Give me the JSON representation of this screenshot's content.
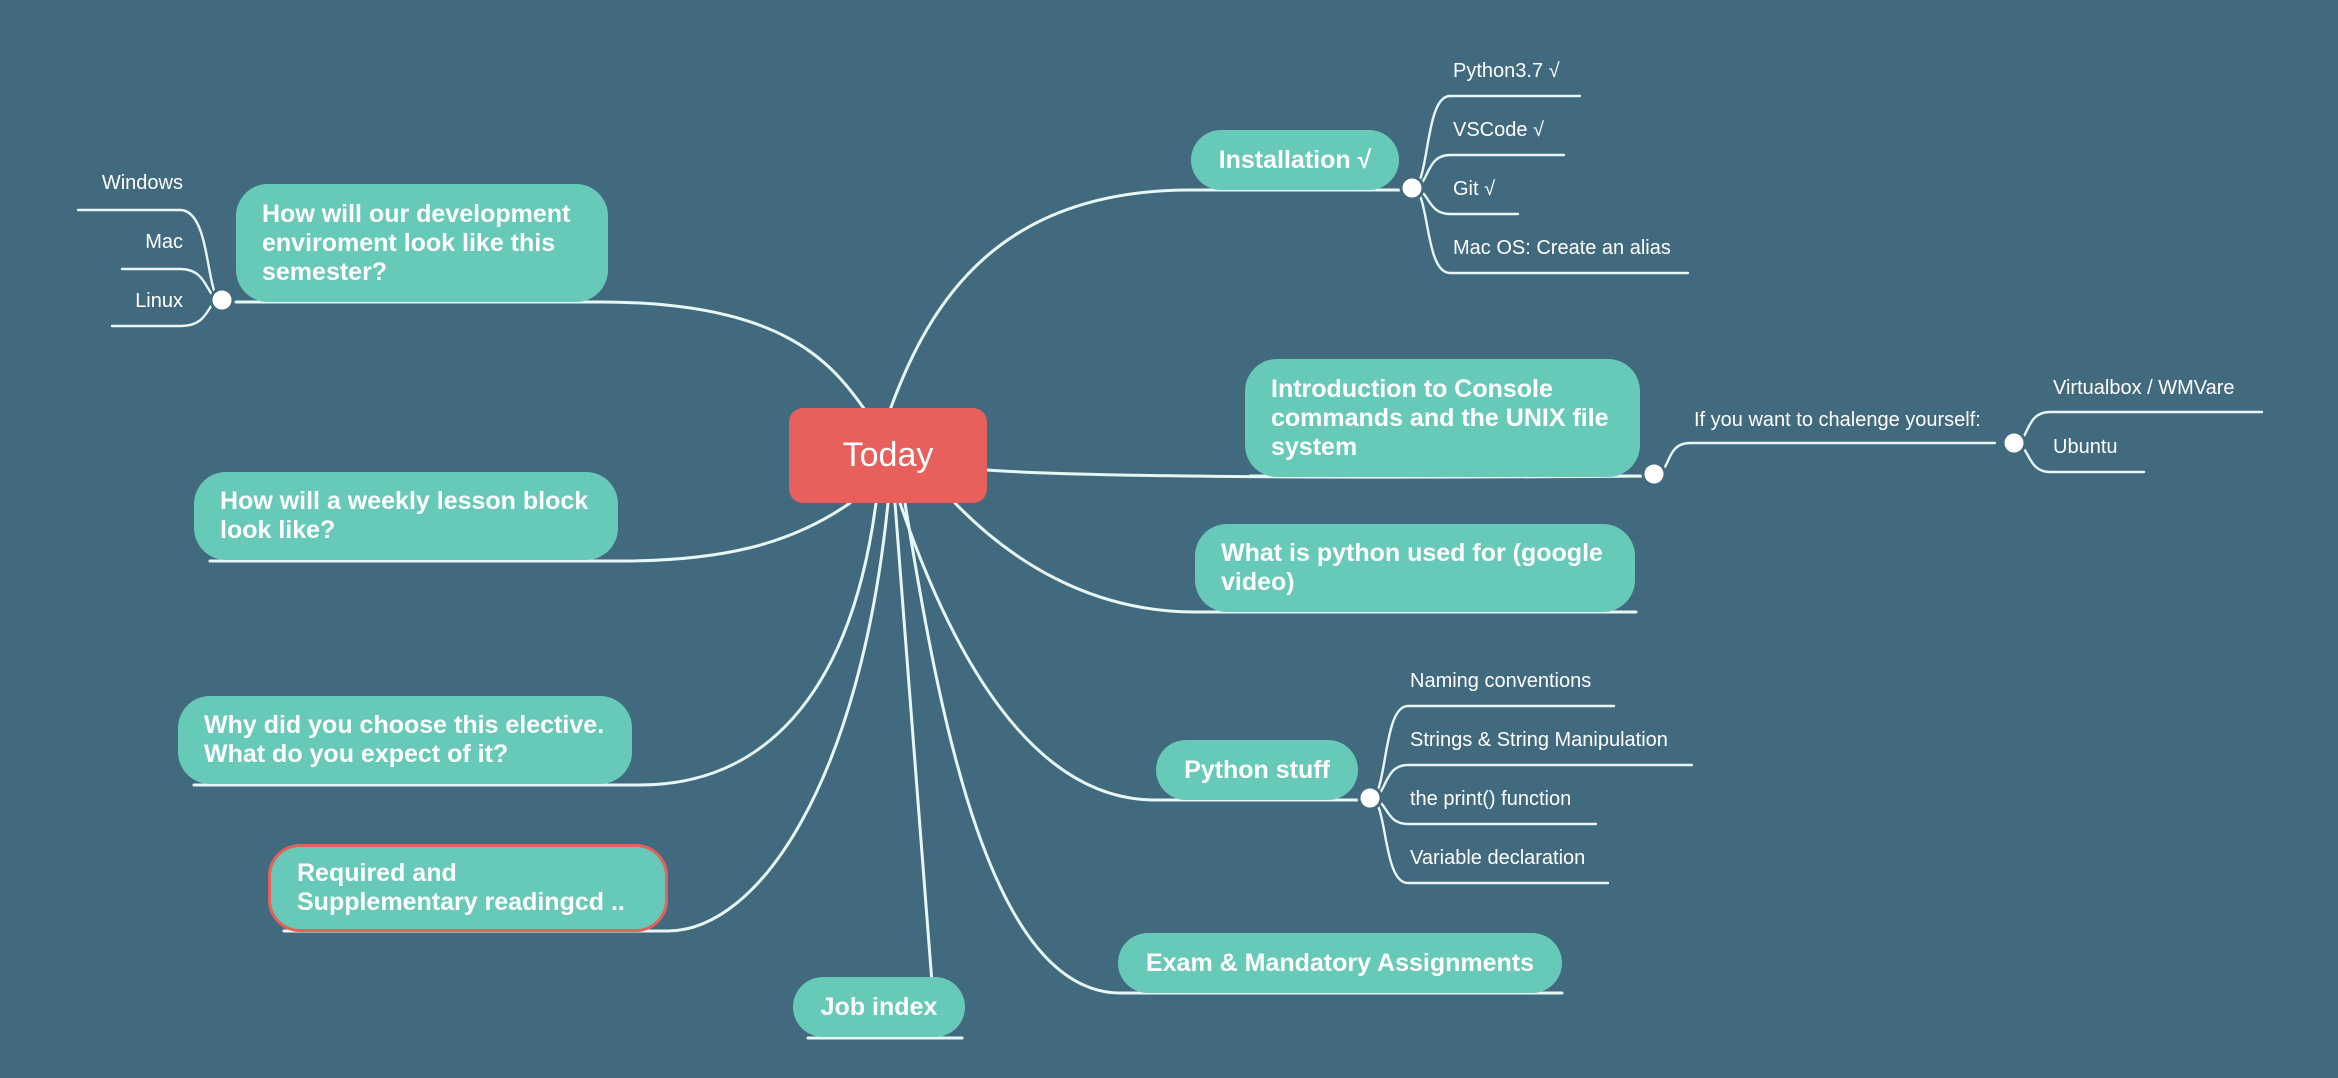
{
  "colors": {
    "background": "#416a7e",
    "central_topic": "#e8605b",
    "main_topic": "#67c9b8",
    "selected_border": "#e46157",
    "connector": "#e6f7f5"
  },
  "central": {
    "label": "Today"
  },
  "topics": {
    "dev_env": {
      "label": "How will our development enviroment look like this semester?",
      "children": [
        "Windows",
        "Mac",
        "Linux"
      ]
    },
    "weekly": {
      "label": "How will a weekly lesson block look like?"
    },
    "elective": {
      "label": "Why did you choose this elective. What do you expect of it?"
    },
    "reading": {
      "label": "Required and Supplementary readingcd .."
    },
    "job_index": {
      "label": "Job index"
    },
    "installation": {
      "label": "Installation √",
      "children": [
        "Python3.7 √",
        "VSCode √",
        "Git √",
        "Mac OS: Create an alias"
      ]
    },
    "console": {
      "label": "Introduction to Console commands and the UNIX file system",
      "child": {
        "label": "If you want to chalenge yourself:",
        "children": [
          "Virtualbox / WMVare",
          "Ubuntu"
        ]
      }
    },
    "python_use": {
      "label": "What is python used for (google video)"
    },
    "python_stuff": {
      "label": "Python stuff",
      "children": [
        "Naming conventions",
        "Strings & String Manipulation",
        "the print() function",
        "Variable declaration"
      ]
    },
    "exam": {
      "label": "Exam & Mandatory Assignments"
    }
  }
}
